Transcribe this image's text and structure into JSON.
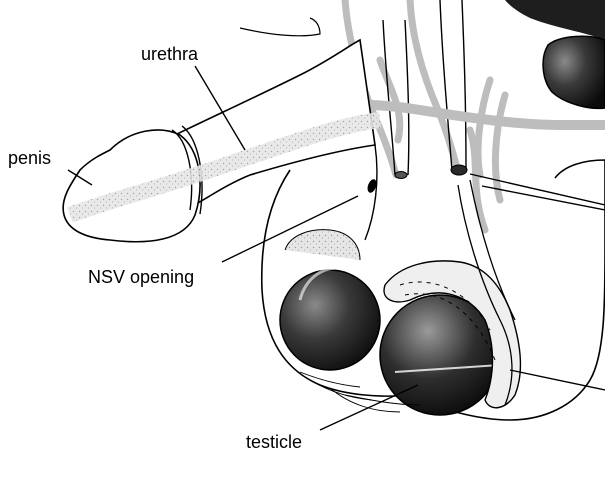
{
  "labels": {
    "urethra": "urethra",
    "penis": "penis",
    "nsv_opening": "NSV opening",
    "testicle": "testicle"
  },
  "colors": {
    "ink": "#000000",
    "stipple": "#c8c8c8",
    "testicle_dark": "#1a1a1a",
    "background": "#ffffff"
  }
}
